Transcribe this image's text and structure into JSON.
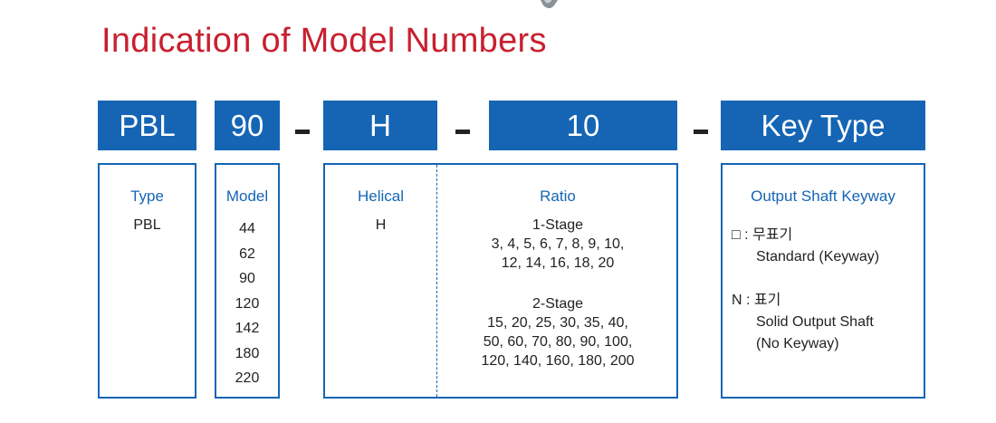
{
  "title": "Indication of Model Numbers",
  "colors": {
    "title": "#c8202f",
    "accent": "#1565b4",
    "text": "#222222"
  },
  "header": {
    "type": "PBL",
    "model": "90",
    "gear": "H",
    "ratio": "10",
    "key": "Key Type",
    "separator": "-"
  },
  "type_box": {
    "label": "Type",
    "value": "PBL"
  },
  "model_box": {
    "label": "Model",
    "values": [
      "44",
      "62",
      "90",
      "120",
      "142",
      "180",
      "220"
    ]
  },
  "helical_box": {
    "label": "Helical",
    "value": "H"
  },
  "ratio_box": {
    "label": "Ratio",
    "stage1": {
      "name": "1-Stage",
      "lines": [
        "3, 4, 5, 6, 7, 8, 9, 10,",
        "12, 14, 16, 18, 20"
      ]
    },
    "stage2": {
      "name": "2-Stage",
      "lines": [
        "15, 20, 25, 30, 35, 40,",
        "50, 60, 70, 80, 90, 100,",
        "120, 140, 160, 180, 200"
      ]
    }
  },
  "key_box": {
    "label": "Output Shaft Keyway",
    "opt1": {
      "code": "□ : 무표기",
      "desc": "Standard (Keyway)"
    },
    "opt2": {
      "code": "N : 표기",
      "desc1": "Solid Output Shaft",
      "desc2": "(No Keyway)"
    }
  }
}
